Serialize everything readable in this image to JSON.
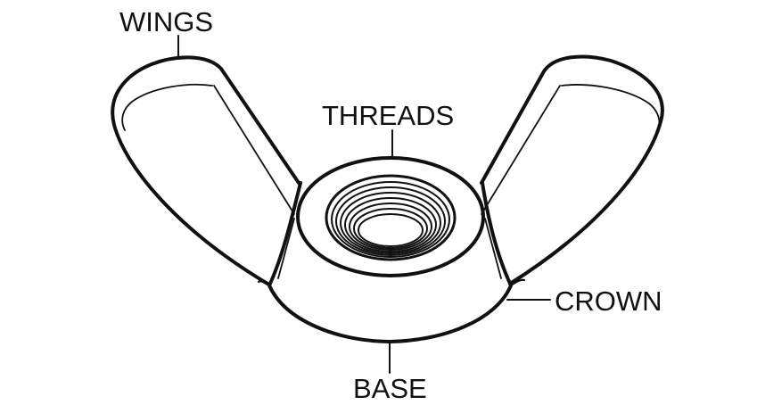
{
  "labels": {
    "wings": "WINGS",
    "threads": "THREADS",
    "crown": "CROWN",
    "base": "BASE"
  },
  "colors": {
    "stroke": "#111111",
    "background": "#ffffff"
  }
}
